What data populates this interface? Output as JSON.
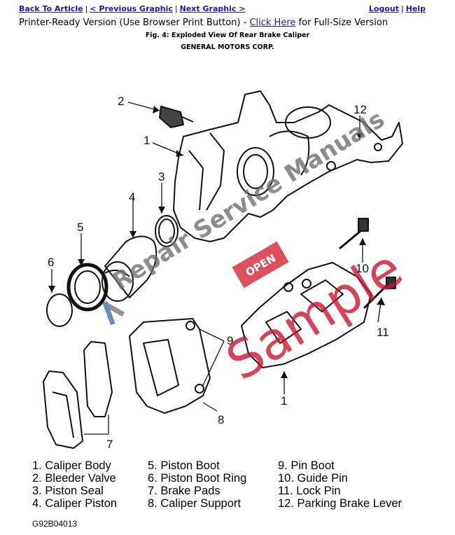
{
  "nav": {
    "back": "Back To Article",
    "prev": "< Previous Graphic",
    "next": "Next Graphic >",
    "logout": "Logout",
    "help": "Help"
  },
  "printer": {
    "prefix": "Printer-Ready Version (Use Browser Print Button) - ",
    "link": "Click Here",
    "suffix": " for Full-Size Version"
  },
  "figure": {
    "title": "Fig. 4: Exploded View Of Rear Brake Caliper",
    "credit": "GENERAL MOTORS CORP."
  },
  "callouts": [
    "1",
    "2",
    "3",
    "4",
    "5",
    "6",
    "7",
    "8",
    "9",
    "10",
    "11",
    "12"
  ],
  "legend": {
    "col1": [
      "1. Caliper Body",
      "2. Bleeder Valve",
      "3. Piston Seal",
      "4. Caliper Piston"
    ],
    "col2": [
      "5. Piston Boot",
      "6. Piston Boot Ring",
      "7. Brake Pads",
      "8. Caliper Support"
    ],
    "col3": [
      "9. Pin Boot",
      "10. Guide Pin",
      "11. Lock Pin",
      "12. Parking Brake Lever"
    ]
  },
  "watermark": {
    "brand": "Repair Service Manuals",
    "badge": "OPEN",
    "sample": "Sample"
  },
  "code": "G92B04013",
  "colors": {
    "link": "#1a1aa6",
    "watermark_red": "#c8102e"
  }
}
